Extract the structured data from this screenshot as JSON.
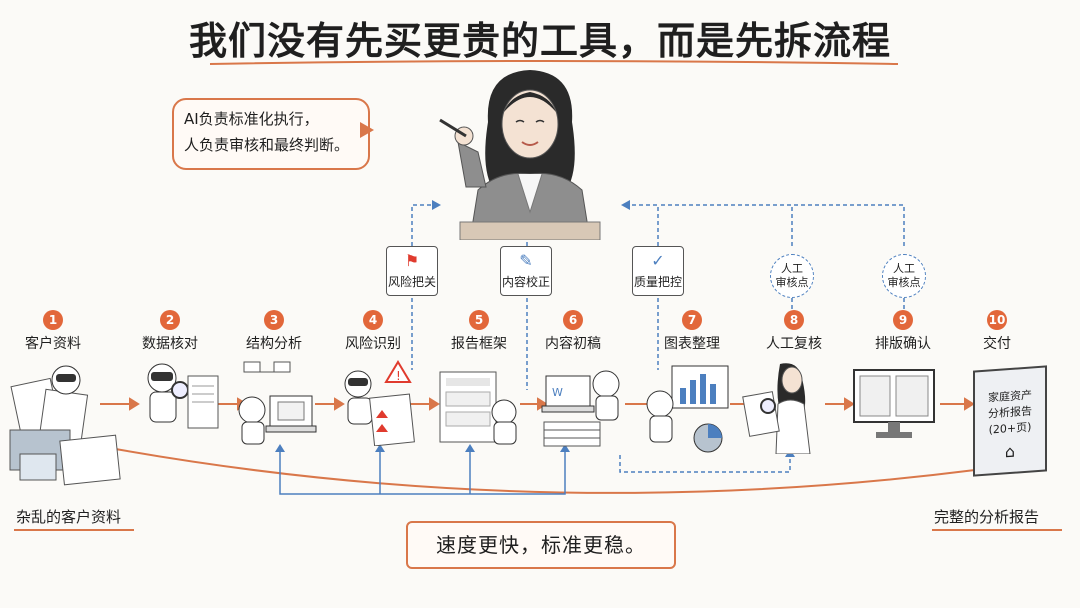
{
  "title": "我们没有先买更贵的工具，而是先拆流程",
  "bubble": {
    "line1": "AI负责标准化执行，",
    "line2": "人负责审核和最终判断。"
  },
  "checkpoints": [
    {
      "label": "风险把关",
      "icon": "red-flag-icon"
    },
    {
      "label": "内容校正",
      "icon": "edit-icon"
    },
    {
      "label": "质量把控",
      "icon": "checkmark-icon"
    }
  ],
  "human_checks": [
    {
      "line1": "人工",
      "line2": "审核点"
    },
    {
      "line1": "人工",
      "line2": "审核点"
    }
  ],
  "steps": [
    {
      "num": "1",
      "label": "客户资料"
    },
    {
      "num": "2",
      "label": "数据核对"
    },
    {
      "num": "3",
      "label": "结构分析"
    },
    {
      "num": "4",
      "label": "风险识别"
    },
    {
      "num": "5",
      "label": "报告框架"
    },
    {
      "num": "6",
      "label": "内容初稿"
    },
    {
      "num": "7",
      "label": "图表整理"
    },
    {
      "num": "8",
      "label": "人工复核"
    },
    {
      "num": "9",
      "label": "排版确认"
    },
    {
      "num": "10",
      "label": "交付"
    }
  ],
  "report_cover": {
    "line1": "家庭资产",
    "line2": "分析报告",
    "line3": "(20+页)"
  },
  "left_caption": "杂乱的客户资料",
  "right_caption": "完整的分析报告",
  "bottom_box": "速度更快，标准更稳。",
  "colors": {
    "accent": "#d9774a",
    "number": "#e2673a",
    "blue_line": "#4c7fbf",
    "flag": "#e03b2e"
  }
}
